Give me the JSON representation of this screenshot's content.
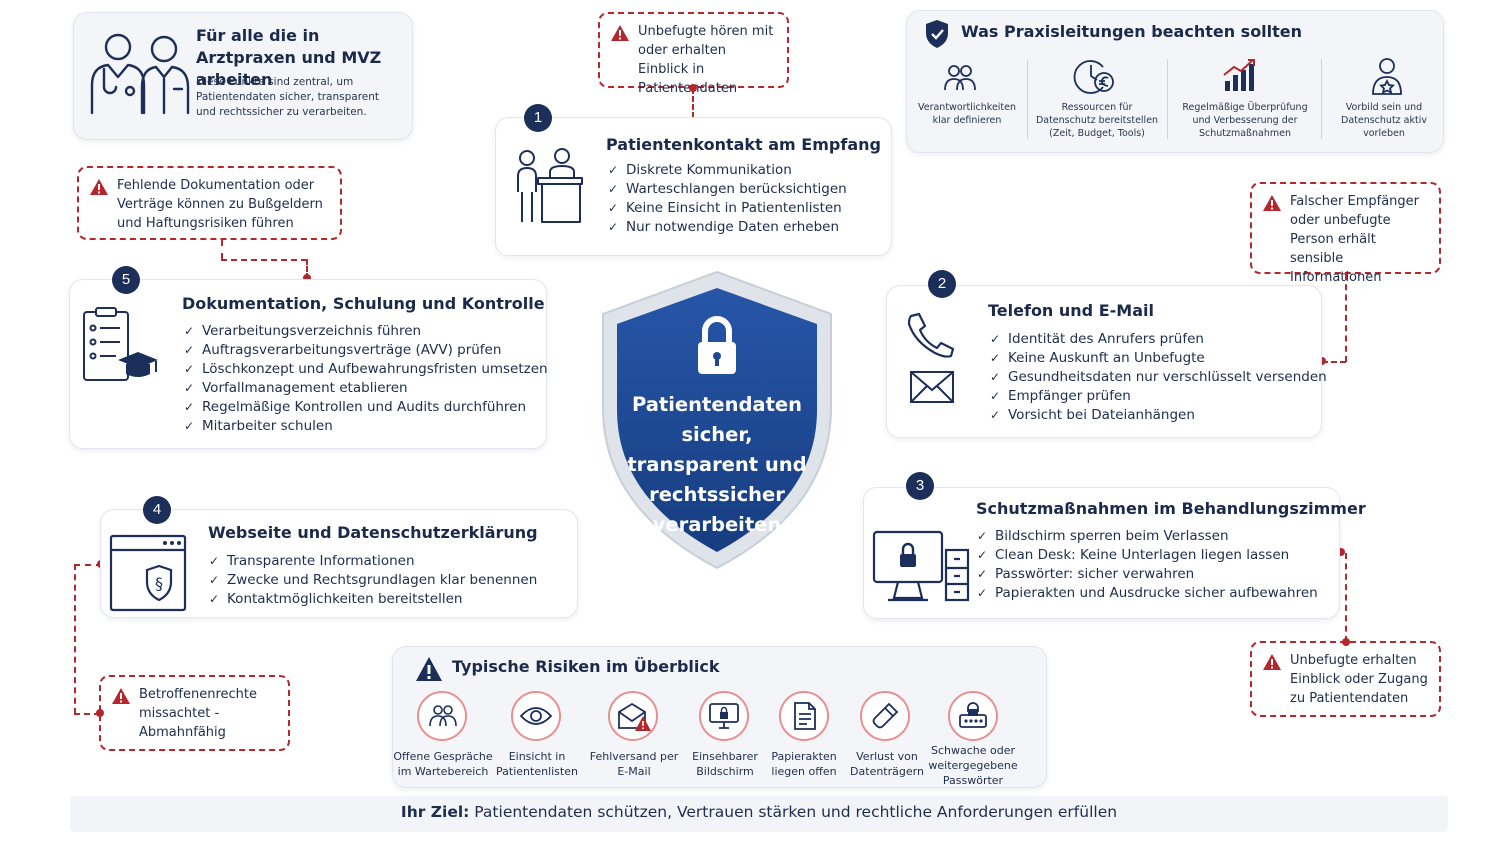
{
  "audience": {
    "title": "Für alle die in Arztpraxen und MVZ arbeiten",
    "text": "Diese Punkte sind zentral, um Patientendaten sicher, transparent und rechtssicher zu verarbeiten."
  },
  "center": {
    "shield_text": "Patientendaten sicher, transparent und rechtssicher verarbeiten"
  },
  "sections": [
    {
      "number": "1",
      "title": "Patientenkontakt am Empfang",
      "items": [
        "Diskrete Kommunikation",
        "Warteschlangen berücksichtigen",
        "Keine Einsicht in Patientenlisten",
        "Nur notwendige Daten erheben"
      ],
      "risk": "Unbefugte hören mit oder erhalten Einblick in Patientendaten"
    },
    {
      "number": "2",
      "title": "Telefon und E-Mail",
      "items": [
        "Identität des Anrufers prüfen",
        "Keine Auskunft an Unbefugte",
        "Gesundheitsdaten nur verschlüsselt versenden",
        "Empfänger prüfen",
        "Vorsicht bei Dateianhängen"
      ],
      "risk": "Falscher Empfänger oder unbefugte Person erhält sensible Informationen"
    },
    {
      "number": "3",
      "title": "Schutzmaßnahmen im Behandlungszimmer",
      "items": [
        "Bildschirm sperren beim Verlassen",
        "Clean Desk: Keine Unterlagen liegen lassen",
        "Passwörter: sicher verwahren",
        "Papierakten und Ausdrucke sicher aufbewahren"
      ],
      "risk": "Unbefugte erhalten Einblick oder Zugang zu Patientendaten"
    },
    {
      "number": "4",
      "title": "Webseite und Datenschutzerklärung",
      "items": [
        "Transparente Informationen",
        "Zwecke und Rechtsgrundlagen klar benennen",
        "Kontaktmöglichkeiten bereitstellen"
      ],
      "risk": "Betroffenenrechte missachtet - Abmahnfähig"
    },
    {
      "number": "5",
      "title": "Dokumentation, Schulung und Kontrolle",
      "items": [
        "Verarbeitungsverzeichnis führen",
        "Auftragsverarbeitungsverträge (AVV) prüfen",
        "Löschkonzept und Aufbewahrungsfristen umsetzen",
        "Vorfallmanagement etablieren",
        "Regelmäßige Kontrollen und Audits durchführen",
        "Mitarbeiter schulen"
      ],
      "risk": "Fehlende Dokumentation oder Verträge können zu Bußgeldern und Haftungsrisiken führen"
    }
  ],
  "management": {
    "title": "Was Praxisleitungen beachten sollten",
    "items": [
      {
        "icon": "people-icon",
        "label": "Verantwortlichkeiten klar definieren"
      },
      {
        "icon": "clock-euro-icon",
        "label": "Ressourcen für Datenschutz bereitstellen (Zeit, Budget, Tools)"
      },
      {
        "icon": "chart-icon",
        "label": "Regelmäßige Überprüfung und Verbesserung der Schutzmaßnahmen"
      },
      {
        "icon": "role-model-icon",
        "label": "Vorbild sein und Datenschutz aktiv vorleben"
      }
    ]
  },
  "risks_overview": {
    "title": "Typische Risiken im Überblick",
    "items": [
      {
        "icon": "people-icon",
        "label": "Offene Gespräche im Wartebereich"
      },
      {
        "icon": "eye-icon",
        "label": "Einsicht in Patientenlisten"
      },
      {
        "icon": "mail-warning-icon",
        "label": "Fehlversand per E-Mail"
      },
      {
        "icon": "screen-lock-icon",
        "label": "Einsehbarer Bildschirm"
      },
      {
        "icon": "document-icon",
        "label": "Papierakten liegen offen"
      },
      {
        "icon": "usb-icon",
        "label": "Verlust von Datenträgern"
      },
      {
        "icon": "password-icon",
        "label": "Schwache oder weitergegebene Passwörter"
      }
    ]
  },
  "goal": {
    "prefix": "Ihr Ziel:",
    "text": "Patientendaten schützen, Vertrauen stärken und rechtliche Anforderungen erfüllen"
  },
  "colors": {
    "navy": "#1b2f5a",
    "risk_red": "#b3272d",
    "shield_blue": "#1f4a93"
  }
}
